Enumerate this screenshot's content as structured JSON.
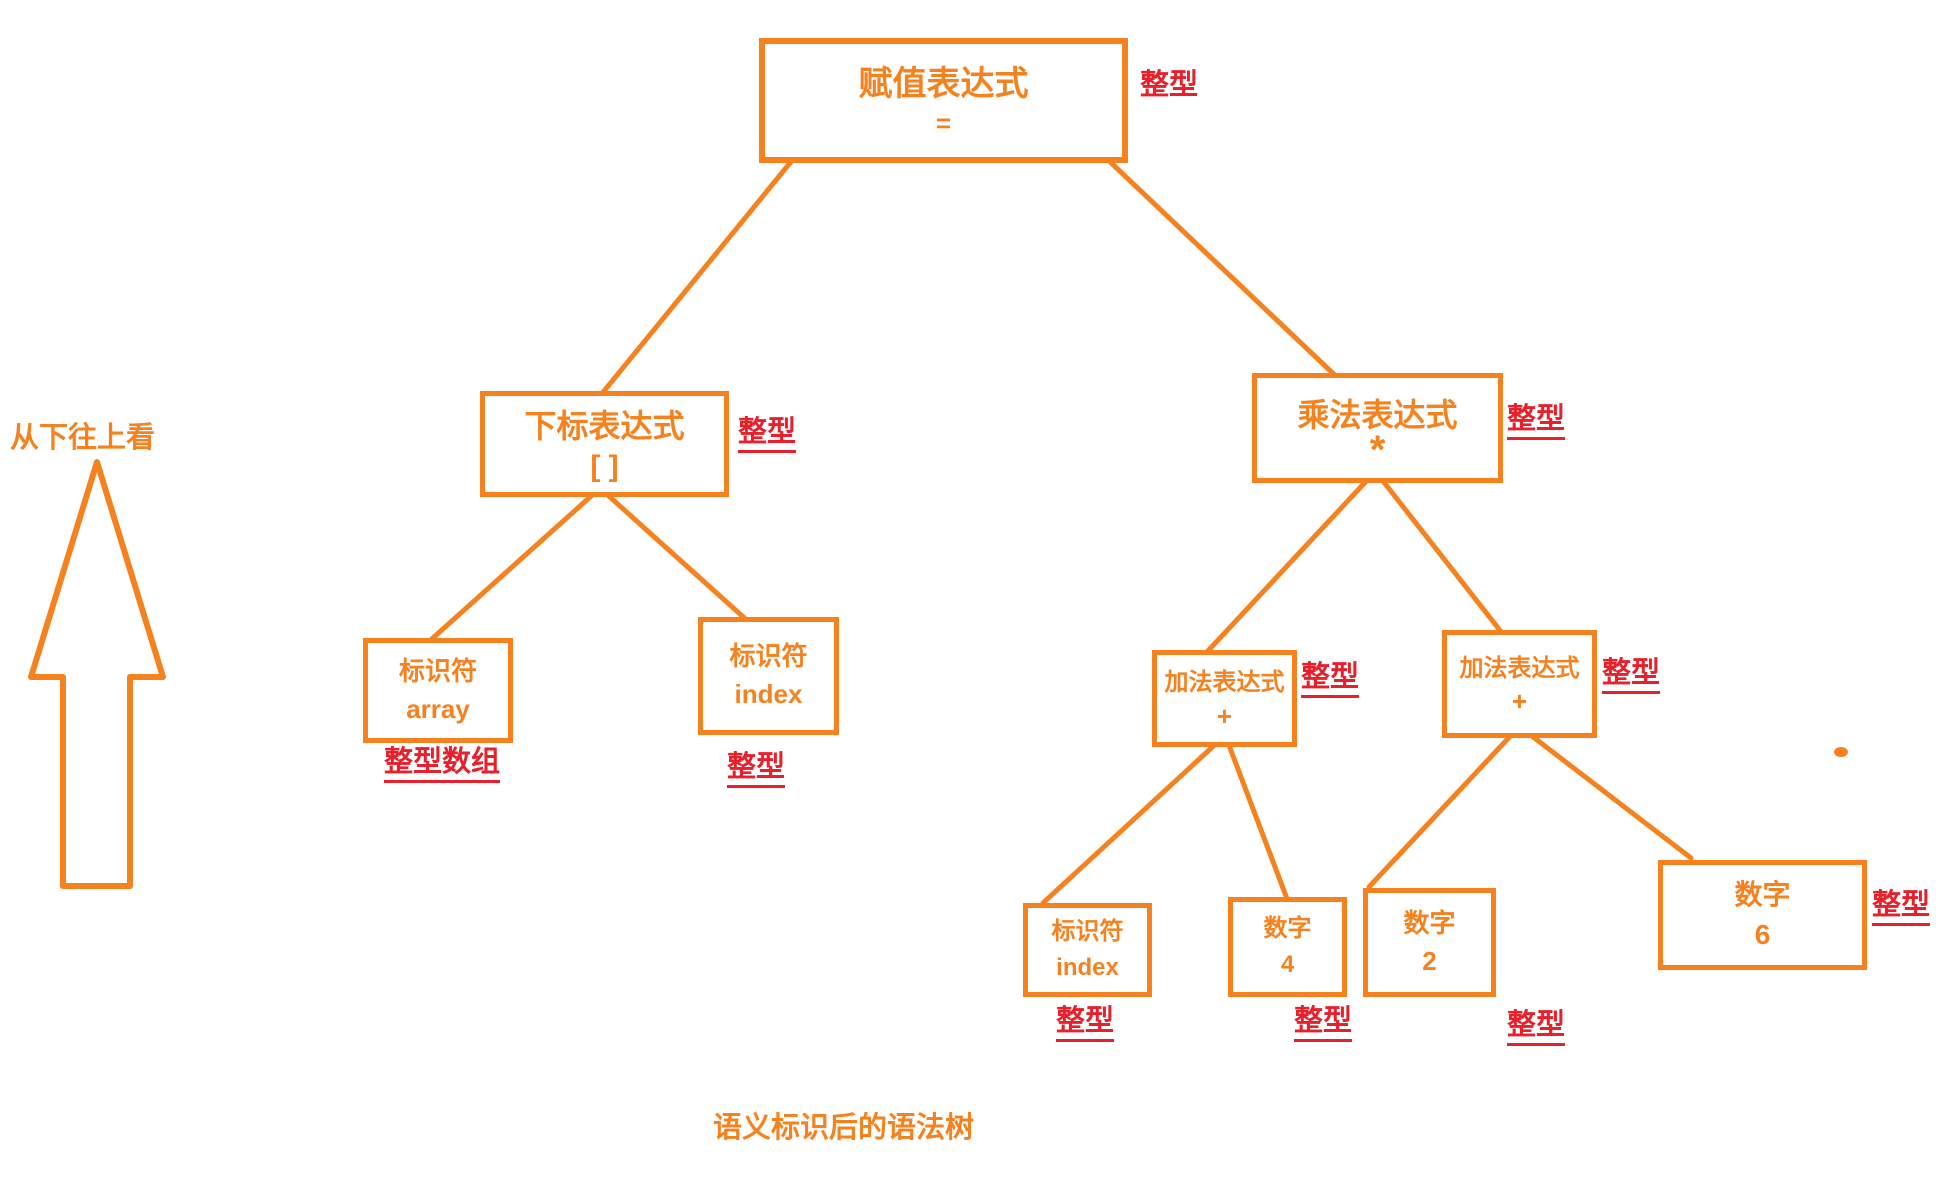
{
  "diagram": {
    "side_label": "从下往上看",
    "caption": "语义标识后的语法树",
    "colors": {
      "orange": "#F5821F",
      "red": "#E8202C"
    },
    "nodes": {
      "assign": {
        "title": "赋值表达式",
        "symbol": "=",
        "type": "整型"
      },
      "subscript": {
        "title": "下标表达式",
        "symbol": "[ ]",
        "type": "整型"
      },
      "multiply": {
        "title": "乘法表达式",
        "symbol": "*",
        "type": "整型"
      },
      "id_array": {
        "title": "标识符",
        "symbol": "array",
        "type": "整型数组"
      },
      "id_index": {
        "title": "标识符",
        "symbol": "index",
        "type": "整型"
      },
      "add_left": {
        "title": "加法表达式",
        "symbol": "+",
        "type": "整型"
      },
      "add_right": {
        "title": "加法表达式",
        "symbol": "+",
        "type": "整型"
      },
      "leaf_index": {
        "title": "标识符",
        "symbol": "index",
        "type": "整型"
      },
      "num_4": {
        "title": "数字",
        "symbol": "4",
        "type": "整型"
      },
      "num_2": {
        "title": "数字",
        "symbol": "2",
        "type": "整型"
      },
      "num_6": {
        "title": "数字",
        "symbol": "6",
        "type": "整型"
      }
    }
  }
}
